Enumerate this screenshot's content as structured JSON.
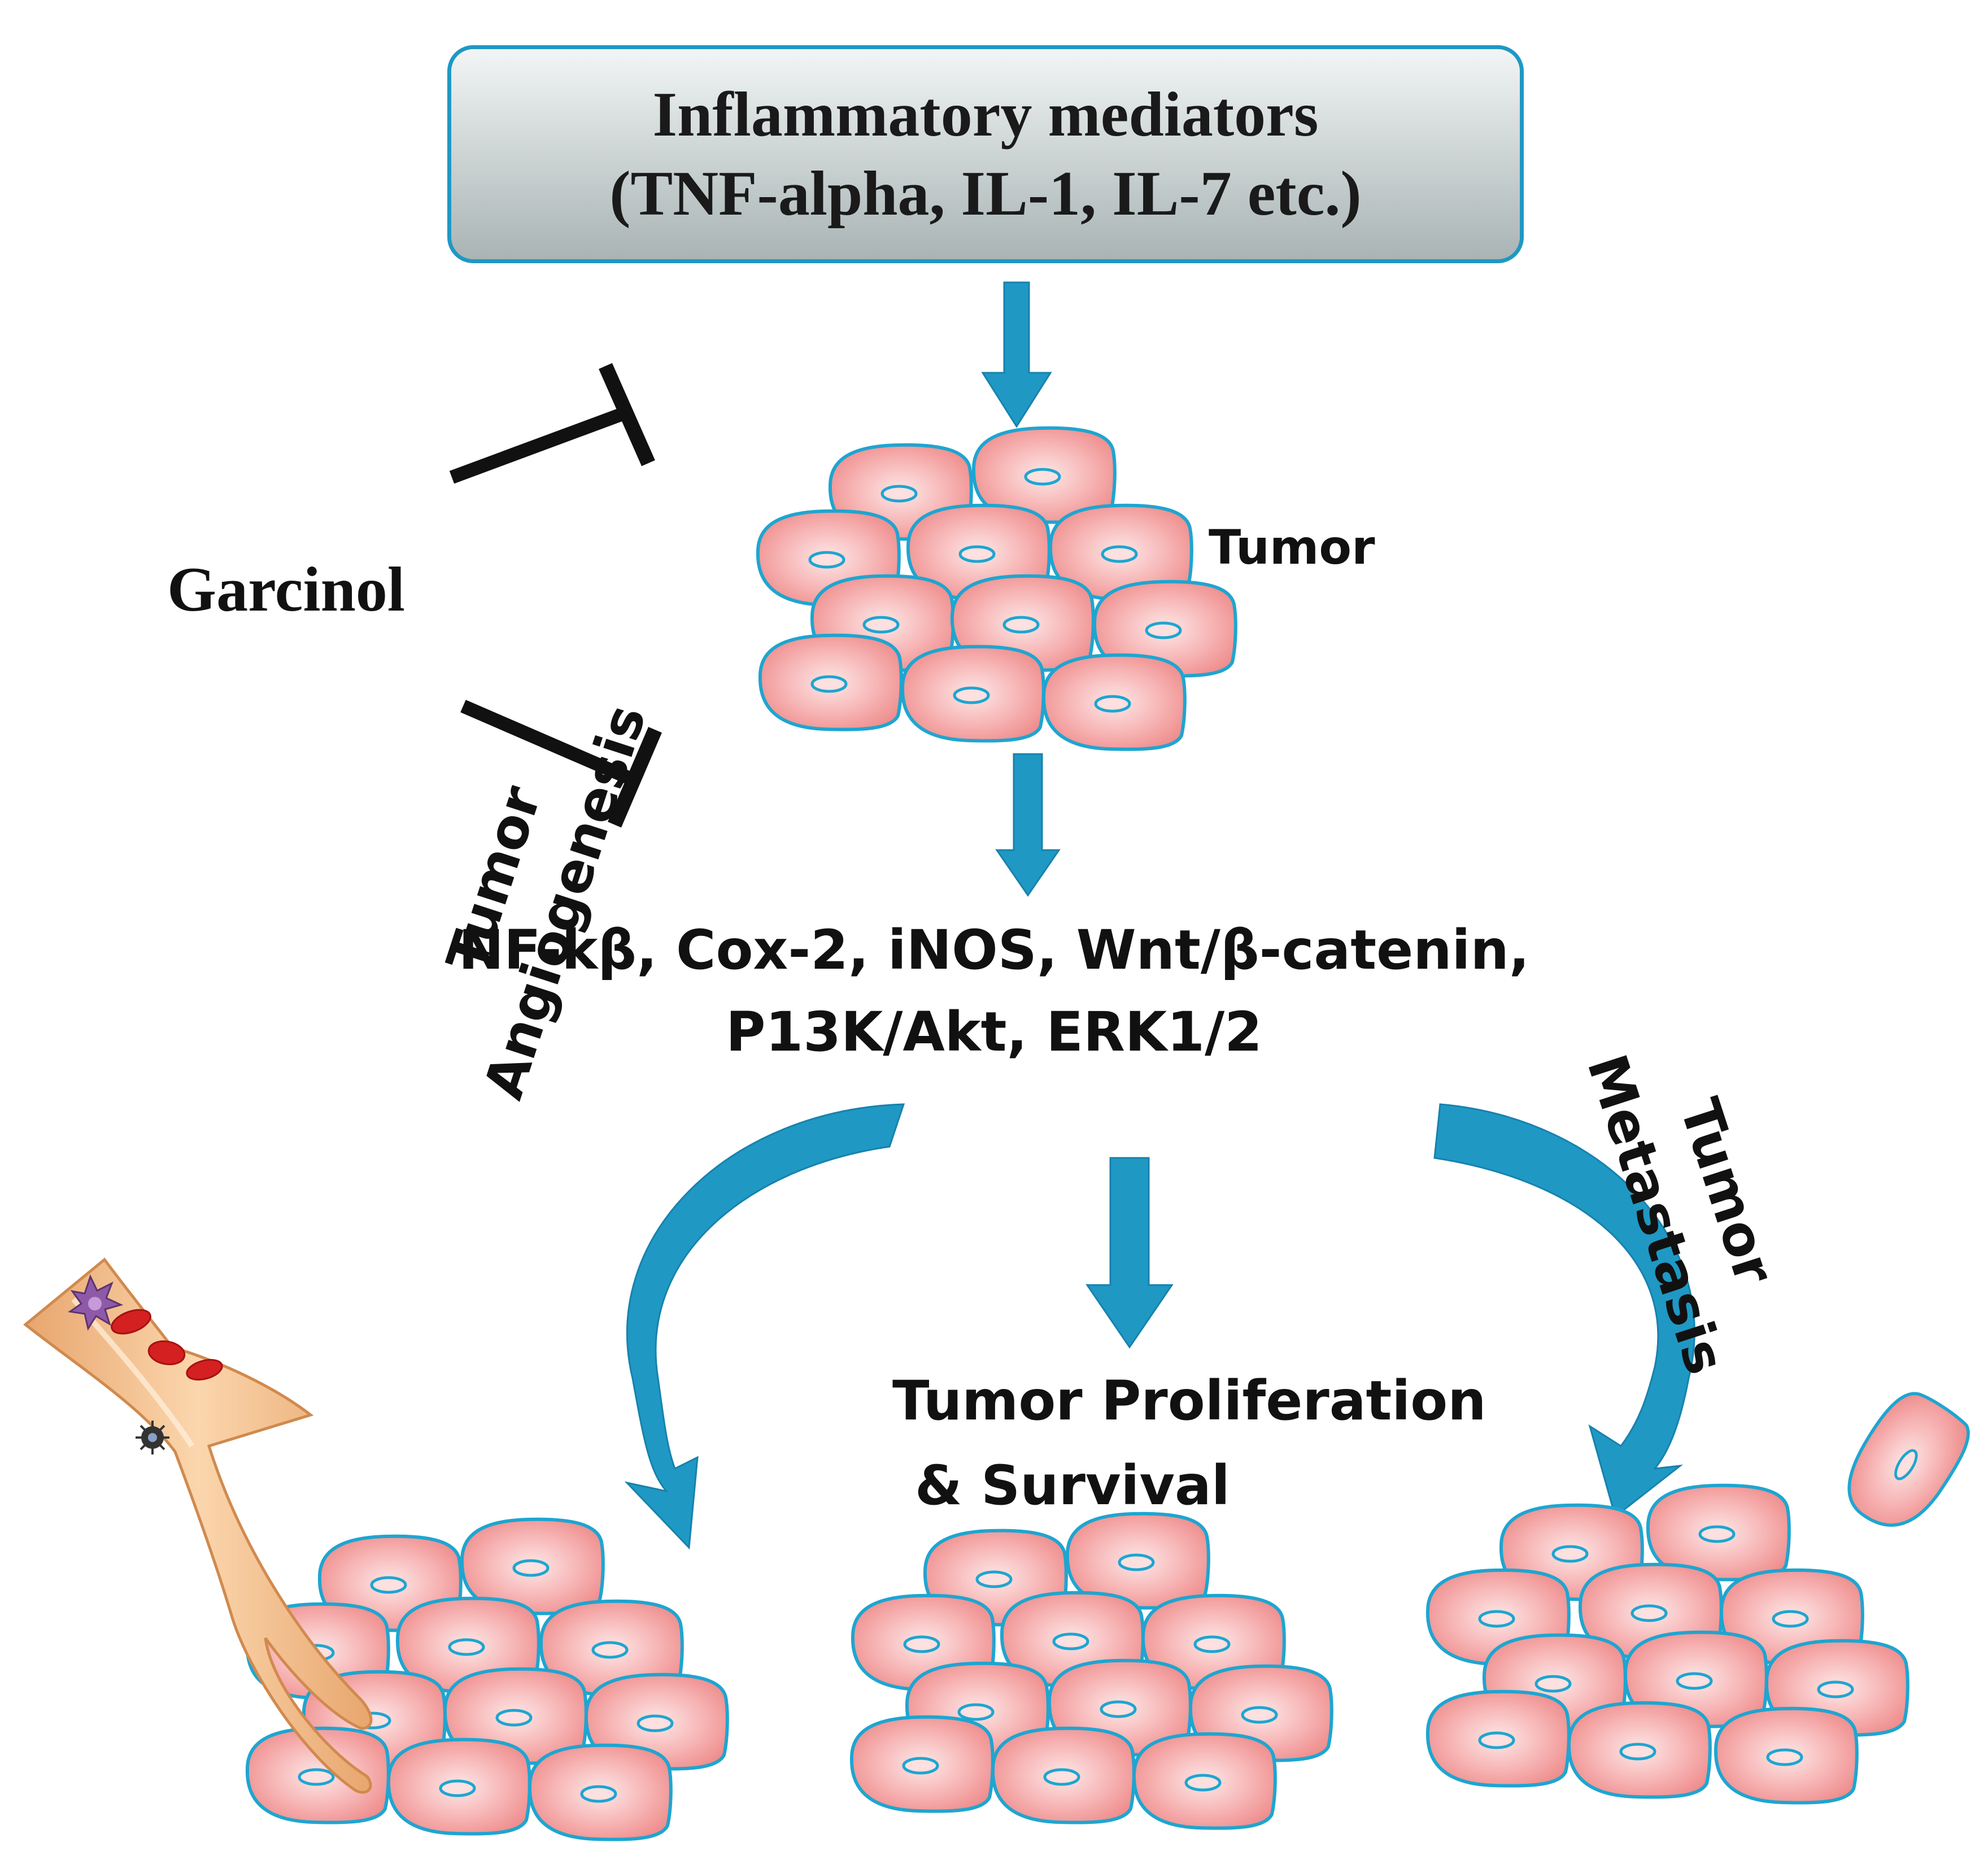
{
  "mediators_box": {
    "line1": "Inflammatory mediators",
    "line2": "(TNF-alpha, IL-1, IL-7 etc.)"
  },
  "inhibitor": {
    "label": "Garcinol"
  },
  "tumor": {
    "label": "Tumor"
  },
  "pathways": {
    "line1": "NF-kβ, Cox-2, iNOS, Wnt/β-catenin,",
    "line2": "P13K/Akt, ERK1/2"
  },
  "outcomes": {
    "angiogenesis": {
      "line1": "Tumor",
      "line2": "Angiogenesis"
    },
    "proliferation": {
      "line1": "Tumor Proliferation",
      "line2": "& Survival"
    },
    "metastasis": {
      "line1": "Tumor",
      "line2": "Metastasis"
    }
  },
  "colors": {
    "arrow": "#1f98c4",
    "cell_fill_center": "#fde8e8",
    "cell_fill_edge": "#ee8a8a",
    "cell_outline": "#1fa5d0",
    "inhibition": "#111111",
    "box_border": "#1f98c4",
    "vessel": "#f1c08f",
    "blood_cell": "#d42020"
  },
  "icons": {
    "inhibition": "t-bar-inhibition-icon",
    "flow": "block-arrow-icon",
    "cell": "tumor-cell-icon",
    "vessel": "blood-vessel-icon"
  }
}
